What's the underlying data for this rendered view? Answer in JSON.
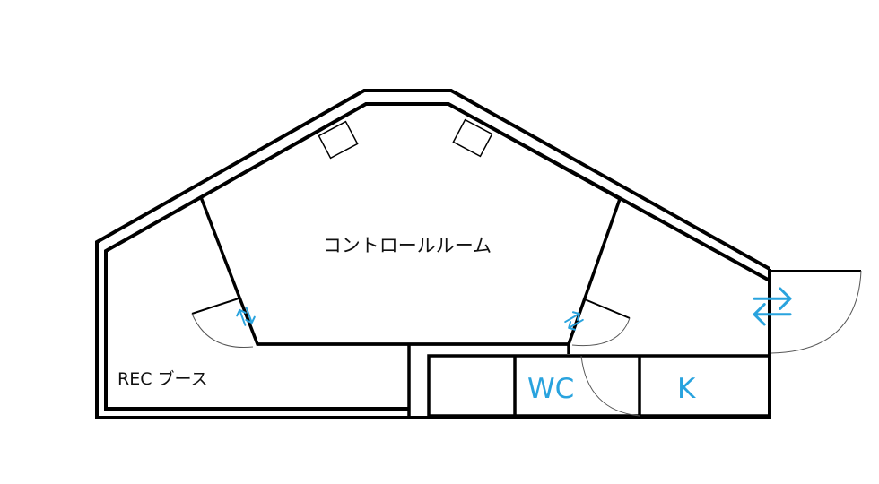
{
  "rooms": {
    "control_room": "コントロールルーム",
    "rec_booth": "REC ブース",
    "wc": "WC",
    "kitchen": "K"
  },
  "colors": {
    "walls": "#000000",
    "accent": "#29a3de",
    "text": "#111111"
  },
  "icons": {
    "door_arrow": "bidirectional-arrow-icon"
  }
}
